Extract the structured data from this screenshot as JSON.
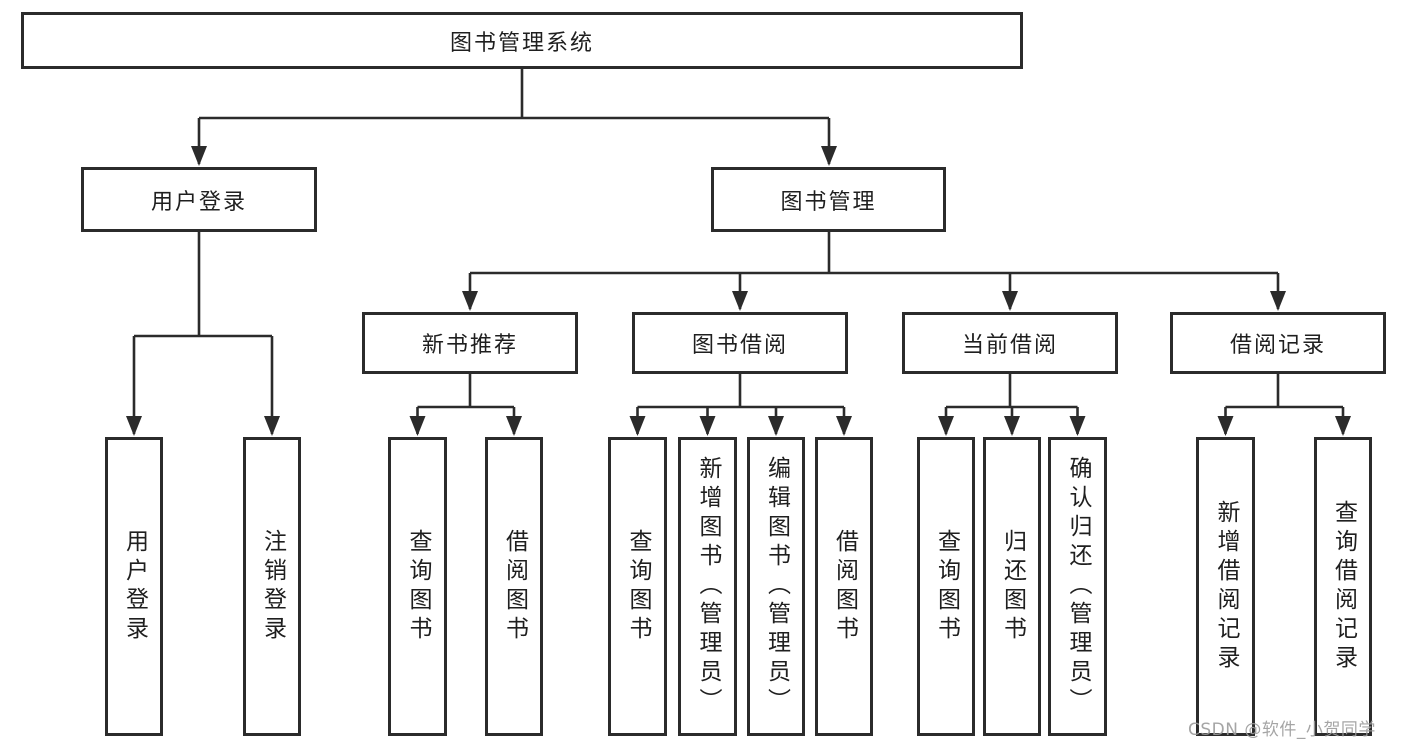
{
  "tree": {
    "label": "图书管理系统",
    "children": [
      {
        "label": "用户登录",
        "children": [
          {
            "label": "用户登录"
          },
          {
            "label": "注销登录"
          }
        ]
      },
      {
        "label": "图书管理",
        "children": [
          {
            "label": "新书推荐",
            "children": [
              {
                "label": "查询图书"
              },
              {
                "label": "借阅图书"
              }
            ]
          },
          {
            "label": "图书借阅",
            "children": [
              {
                "label": "查询图书"
              },
              {
                "label": "新增图书（管理员）"
              },
              {
                "label": "编辑图书（管理员）"
              },
              {
                "label": "借阅图书"
              }
            ]
          },
          {
            "label": "当前借阅",
            "children": [
              {
                "label": "查询图书"
              },
              {
                "label": "归还图书"
              },
              {
                "label": "确认归还（管理员）"
              }
            ]
          },
          {
            "label": "借阅记录",
            "children": [
              {
                "label": "新增借阅记录"
              },
              {
                "label": "查询借阅记录"
              }
            ]
          }
        ]
      }
    ]
  },
  "watermark": {
    "text": "CSDN @软件_小贺同学"
  },
  "colors": {
    "line": "#2b2b2b",
    "text": "#1f1f1f",
    "background": "#ffffff",
    "watermark": "#9c9c9c"
  }
}
